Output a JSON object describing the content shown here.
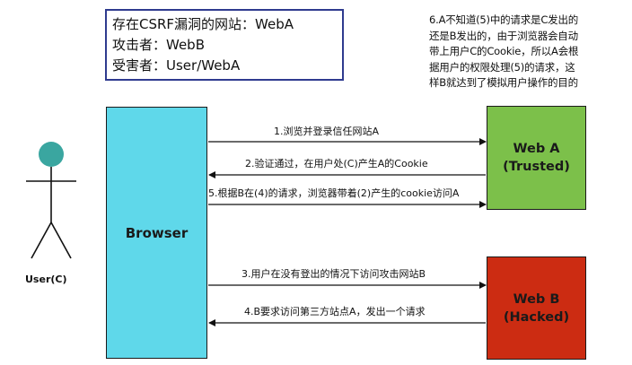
{
  "legend": {
    "vulnerable_site": "存在CSRF漏洞的网站：WebA",
    "attacker": "攻击者：WebB",
    "victim": "受害者：User/WebA"
  },
  "note": [
    "6.A不知道(5)中的请求是C发出的",
    "还是B发出的，由于浏览器会自动",
    "带上用户C的Cookie，所以A会根",
    "据用户的权限处理(5)的请求，这",
    "样B就达到了模拟用户操作的目的"
  ],
  "user_label": "User(C)",
  "browser_label": "Browser",
  "web_a": {
    "line1": "Web A",
    "line2": "(Trusted)"
  },
  "web_b": {
    "line1": "Web B",
    "line2": "(Hacked)"
  },
  "steps": {
    "s1": "1.浏览并登录信任网站A",
    "s2": "2.验证通过，在用户处(C)产生A的Cookie",
    "s5": "5.根据B在(4)的请求，浏览器带着(2)产生的cookie访问A",
    "s3": "3.用户在没有登出的情况下访问攻击网站B",
    "s4": "4.B要求访问第三方站点A，发出一个请求"
  },
  "colors": {
    "browser": "#5fd8ea",
    "web_a": "#7cc04a",
    "web_b": "#cc2c12",
    "user_head": "#3aa6a0",
    "legend_border": "#2f3b8f"
  }
}
